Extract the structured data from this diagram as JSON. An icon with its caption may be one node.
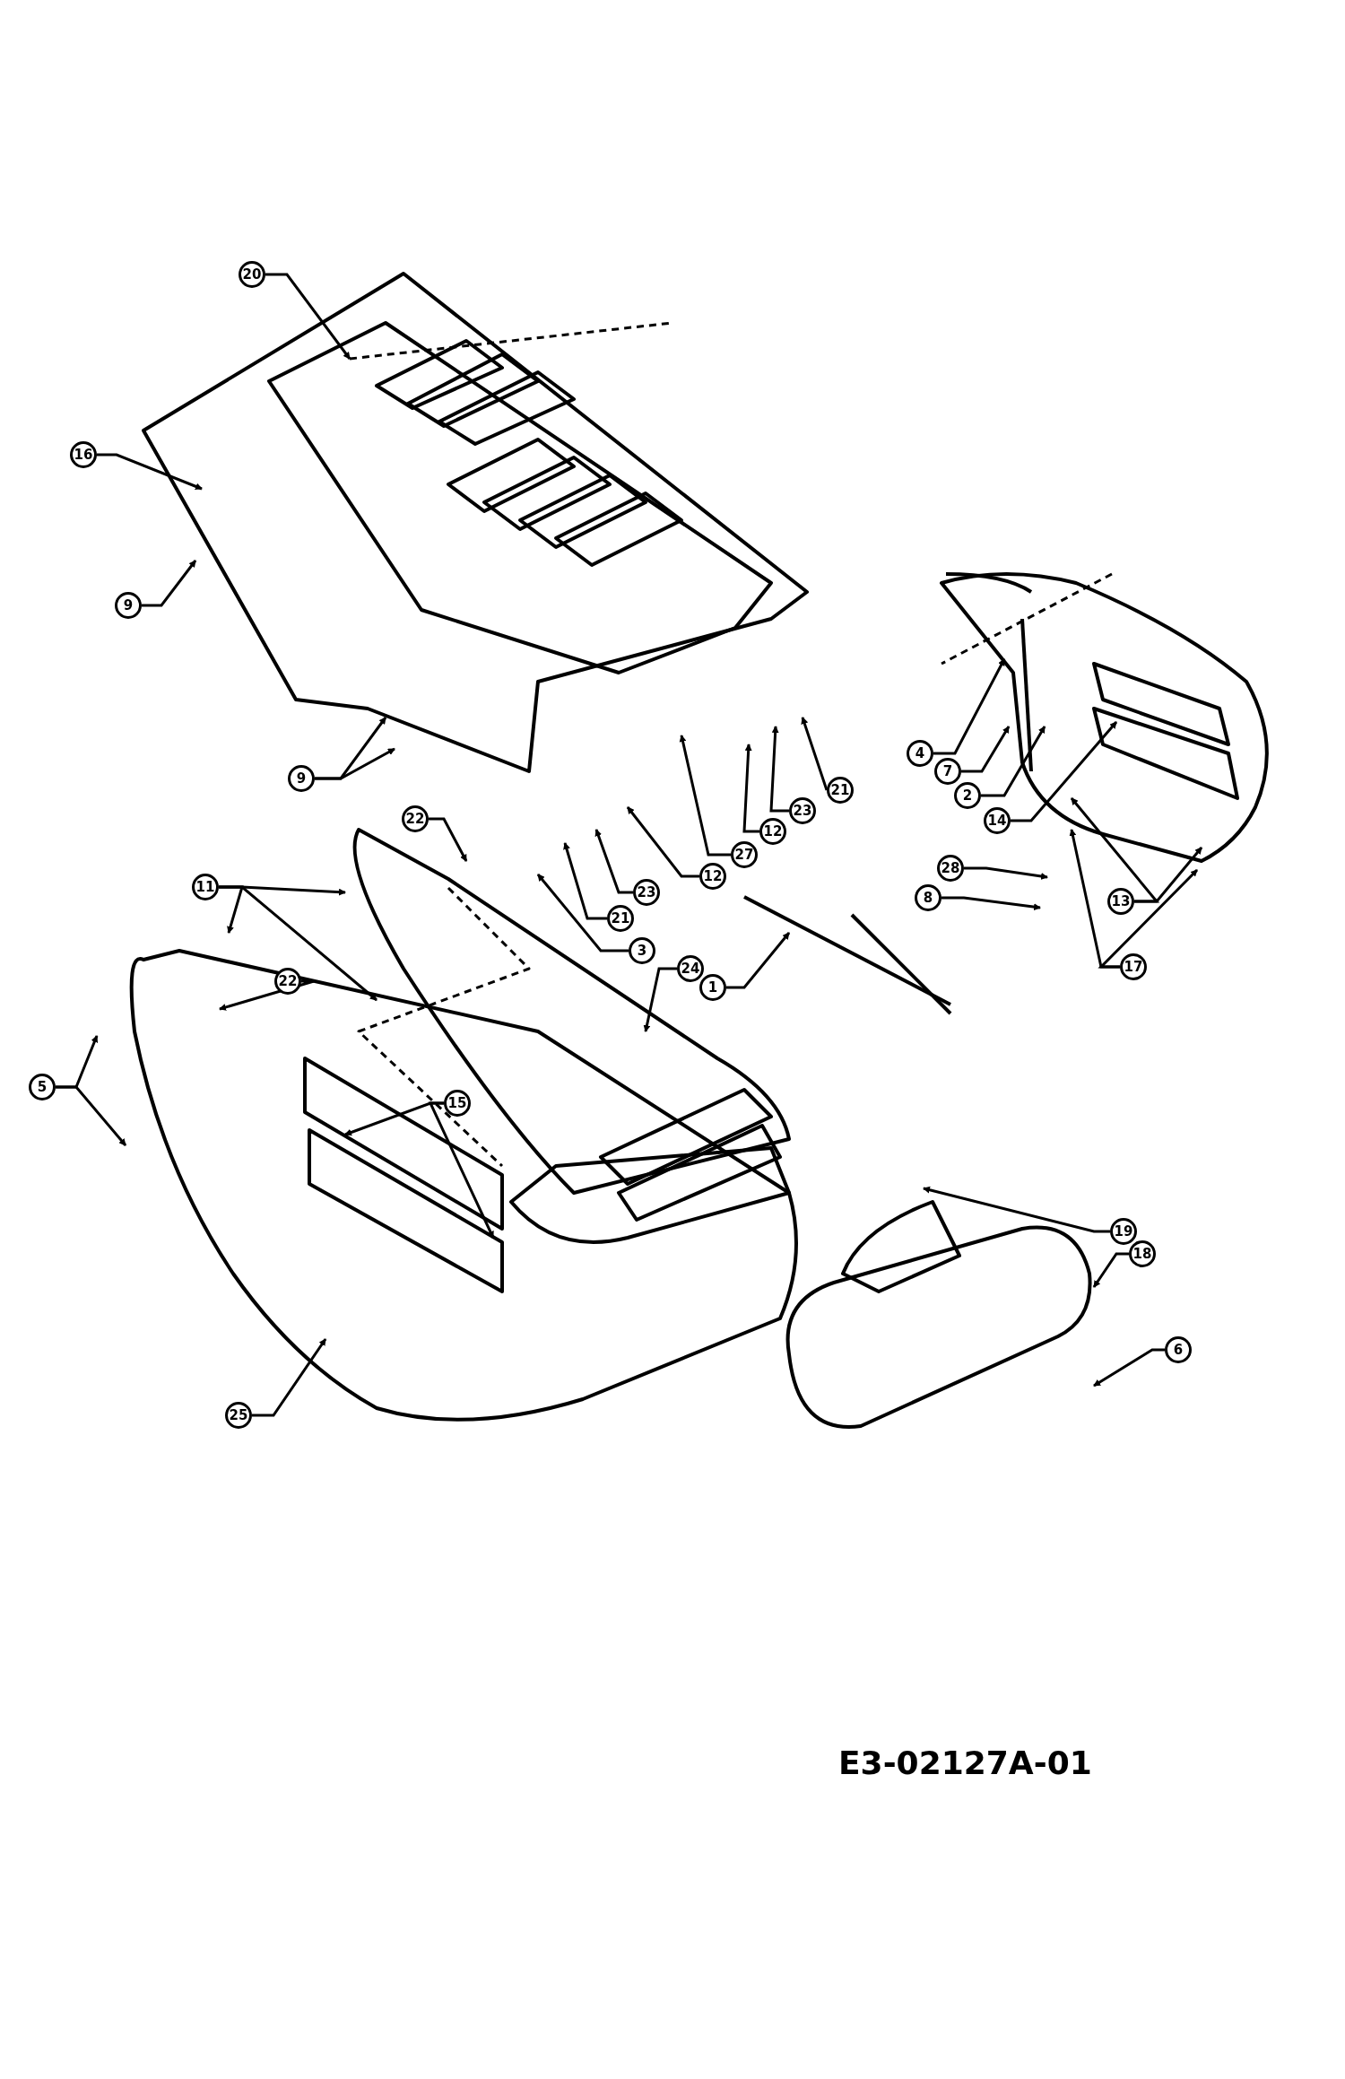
{
  "diagram": {
    "nodes": [
      {
        "text": [
          "20"
        ]
      },
      {
        "text": [
          "16"
        ]
      },
      {
        "text": [
          "9"
        ]
      },
      {
        "text": [
          "9"
        ]
      },
      {
        "text": [
          "22"
        ]
      },
      {
        "text": [
          "11"
        ]
      },
      {
        "text": [
          "22"
        ]
      },
      {
        "text": [
          "5"
        ]
      },
      {
        "text": [
          "15"
        ]
      },
      {
        "text": [
          "25"
        ]
      },
      {
        "text": [
          "24"
        ]
      },
      {
        "text": [
          "1"
        ]
      },
      {
        "text": [
          "3"
        ]
      },
      {
        "text": [
          "21"
        ]
      },
      {
        "text": [
          "23"
        ]
      },
      {
        "text": [
          "12"
        ]
      },
      {
        "text": [
          "27"
        ]
      },
      {
        "text": [
          "12"
        ]
      },
      {
        "text": [
          "23"
        ]
      },
      {
        "text": [
          "21"
        ]
      },
      {
        "text": [
          "4"
        ]
      },
      {
        "text": [
          "7"
        ]
      },
      {
        "text": [
          "2"
        ]
      },
      {
        "text": [
          "14"
        ]
      },
      {
        "text": [
          "28"
        ]
      },
      {
        "text": [
          "8"
        ]
      },
      {
        "text": [
          "13"
        ]
      },
      {
        "text": [
          "17"
        ]
      },
      {
        "text": [
          "19"
        ]
      },
      {
        "text": [
          "18"
        ]
      },
      {
        "text": [
          "6"
        ]
      }
    ],
    "edges": [
      {
        "from": 0,
        "to": null,
        "arrow": "to"
      },
      {
        "from": 1,
        "to": null,
        "arrow": "to"
      },
      {
        "from": 2,
        "to": null,
        "arrow": "to"
      },
      {
        "from": 3,
        "to": null,
        "arrow": "to"
      },
      {
        "from": 3,
        "to": null,
        "arrow": "to"
      },
      {
        "from": 4,
        "to": null,
        "arrow": "to"
      },
      {
        "from": 5,
        "to": null,
        "arrow": "to"
      },
      {
        "from": 5,
        "to": null,
        "arrow": "to"
      },
      {
        "from": 5,
        "to": null,
        "arrow": "to"
      },
      {
        "from": 6,
        "to": null,
        "arrow": "to"
      },
      {
        "from": 7,
        "to": null,
        "arrow": "to"
      },
      {
        "from": 7,
        "to": null,
        "arrow": "to"
      },
      {
        "from": 8,
        "to": null,
        "arrow": "to"
      },
      {
        "from": 8,
        "to": null,
        "arrow": "to"
      },
      {
        "from": 9,
        "to": null,
        "arrow": "to"
      },
      {
        "from": 10,
        "to": null,
        "arrow": "to"
      },
      {
        "from": 11,
        "to": null,
        "arrow": "to"
      },
      {
        "from": 12,
        "to": null,
        "arrow": "to"
      },
      {
        "from": 13,
        "to": null,
        "arrow": "to"
      },
      {
        "from": 14,
        "to": null,
        "arrow": "to"
      },
      {
        "from": 15,
        "to": null,
        "arrow": "to"
      },
      {
        "from": 16,
        "to": null,
        "arrow": "to"
      },
      {
        "from": 17,
        "to": null,
        "arrow": "to"
      },
      {
        "from": 18,
        "to": null,
        "arrow": "to"
      },
      {
        "from": 19,
        "to": null,
        "arrow": "to"
      },
      {
        "from": 20,
        "to": null,
        "arrow": "to"
      },
      {
        "from": 21,
        "to": null,
        "arrow": "to"
      },
      {
        "from": 22,
        "to": null,
        "arrow": "to"
      },
      {
        "from": 23,
        "to": null,
        "arrow": "to"
      },
      {
        "from": 24,
        "to": null,
        "arrow": "to"
      },
      {
        "from": 25,
        "to": null,
        "arrow": "to"
      },
      {
        "from": 26,
        "to": null,
        "arrow": "to"
      },
      {
        "from": 26,
        "to": null,
        "arrow": "to"
      },
      {
        "from": 27,
        "to": null,
        "arrow": "to"
      },
      {
        "from": 27,
        "to": null,
        "arrow": "to"
      },
      {
        "from": 28,
        "to": null,
        "arrow": "to"
      },
      {
        "from": 29,
        "to": null,
        "arrow": "to"
      },
      {
        "from": 30,
        "to": null,
        "arrow": "to"
      }
    ],
    "labels": [
      "E3-02127A-01"
    ]
  }
}
